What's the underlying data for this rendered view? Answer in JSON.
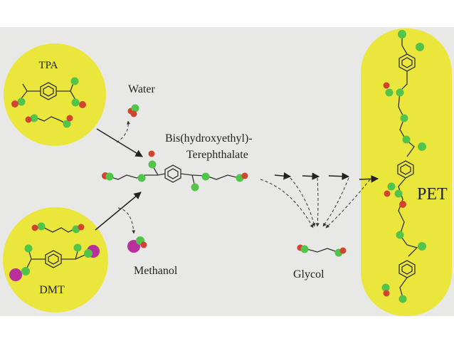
{
  "labels": {
    "tpa": "TPA",
    "dmt": "DMT",
    "water": "Water",
    "bhet_line1": "Bis(hydroxyethyl)-",
    "bhet_line2": "Terephthalate",
    "methanol": "Methanol",
    "glycol": "Glycol",
    "pet": "PET"
  },
  "colors": {
    "background": "#e8e8e6",
    "blob": "#ebe63c",
    "atom_green": "#52c44a",
    "atom_red": "#d24430",
    "atom_magenta": "#b8309c",
    "line": "#333333"
  }
}
